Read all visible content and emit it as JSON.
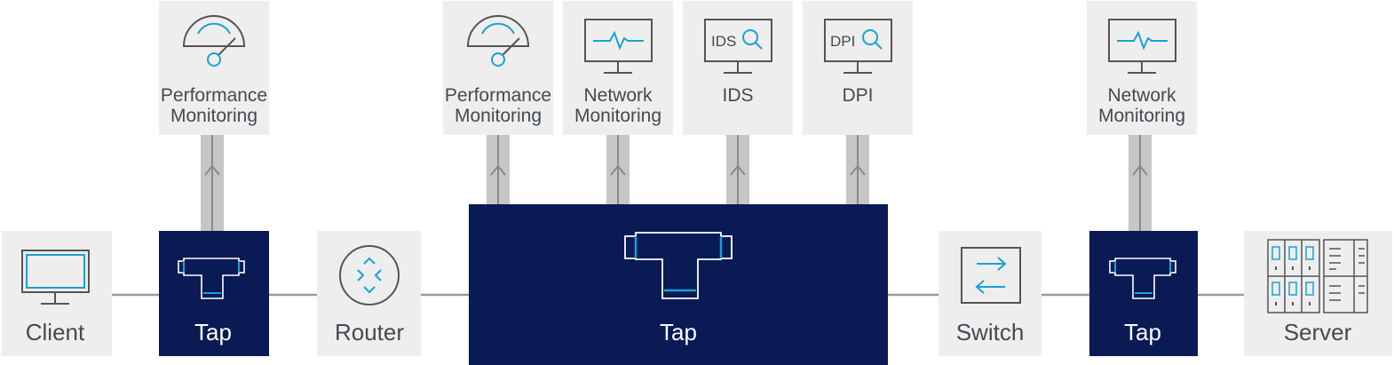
{
  "diagram": {
    "nodes": {
      "client": {
        "label": "Client",
        "icon": "monitor-icon"
      },
      "tap1": {
        "label": "Tap",
        "icon": "tap-icon"
      },
      "router": {
        "label": "Router",
        "icon": "router-icon"
      },
      "tap_main": {
        "label": "Tap",
        "icon": "tap-icon"
      },
      "switch": {
        "label": "Switch",
        "icon": "switch-icon"
      },
      "tap3": {
        "label": "Tap",
        "icon": "tap-icon"
      },
      "server": {
        "label": "Server",
        "icon": "server-rack-icon"
      }
    },
    "tools": {
      "perf1": {
        "line1": "Performance",
        "line2": "Monitoring",
        "icon": "gauge-icon"
      },
      "perf2": {
        "line1": "Performance",
        "line2": "Monitoring",
        "icon": "gauge-icon"
      },
      "netmon1": {
        "line1": "Network",
        "line2": "Monitoring",
        "icon": "pulse-monitor-icon"
      },
      "ids": {
        "line1": "IDS",
        "icon": "search-monitor-icon",
        "icon_text": "IDS"
      },
      "dpi": {
        "line1": "DPI",
        "icon": "search-monitor-icon",
        "icon_text": "DPI"
      },
      "netmon2": {
        "line1": "Network",
        "line2": "Monitoring",
        "icon": "pulse-monitor-icon"
      }
    },
    "colors": {
      "tap_fill": "#091a55",
      "box_fill": "#eeeeee",
      "connector": "#c6c6c6",
      "line": "#9a9a9a",
      "accent": "#1aa0d6",
      "icon_stroke": "#555555"
    }
  }
}
